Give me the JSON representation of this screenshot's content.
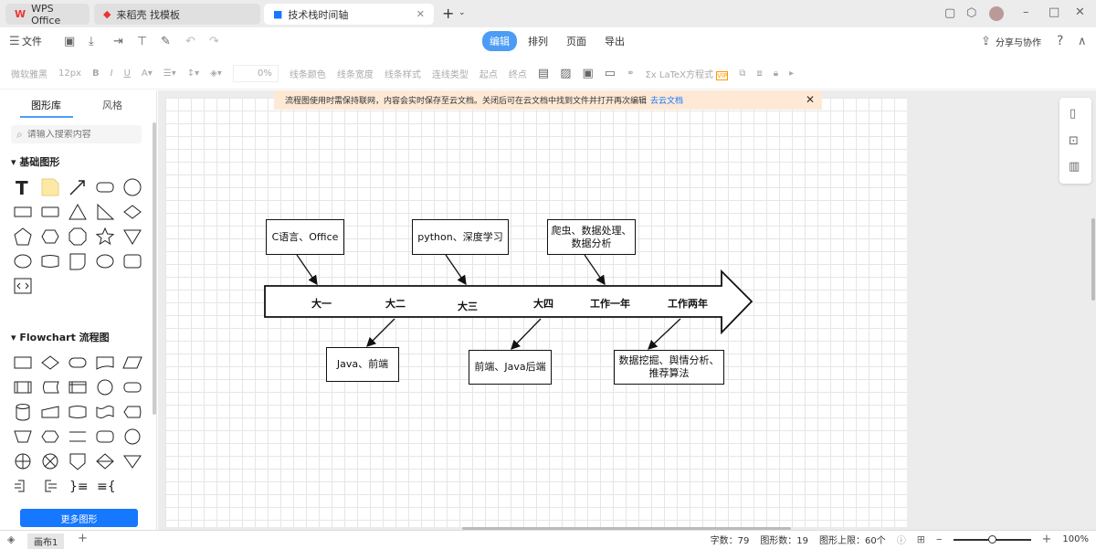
{
  "tabs": [
    {
      "label": "WPS Office"
    },
    {
      "label": "来稻壳 找模板"
    },
    {
      "label": "技术栈时间轴"
    }
  ],
  "toolbar": {
    "file": "文件",
    "modes": [
      "编辑",
      "排列",
      "页面",
      "导出"
    ],
    "share": "分享与协作",
    "help": "?"
  },
  "format_bar": {
    "font": "微软雅黑",
    "size": "12px",
    "opacity": "0%",
    "line_color": "线条颜色",
    "line_width": "线条宽度",
    "line_style": "线条样式",
    "connector": "连线类型",
    "start": "起点",
    "end": "终点",
    "latex": "LaTeX方程式",
    "vip": "VIP"
  },
  "sidebar": {
    "tabs": [
      "图形库",
      "风格"
    ],
    "search_placeholder": "请输入搜索内容",
    "section1": "基础图形",
    "section2": "Flowchart 流程图",
    "more": "更多图形"
  },
  "notice": {
    "text": "流程图使用时需保持联网，内容会实时保存至云文档。关闭后可在云文档中找到文件并打开再次编辑",
    "link": "去云文档"
  },
  "diagram": {
    "stages": [
      "大一",
      "大二",
      "大三",
      "大四",
      "工作一年",
      "工作两年"
    ],
    "top_boxes": [
      "C语言、Office",
      "python、深度学习",
      "爬虫、数据处理、\n数据分析"
    ],
    "bottom_boxes": [
      "Java、前端",
      "前端、Java后端",
      "数据挖掘、舆情分析、\n推荐算法"
    ]
  },
  "status": {
    "page": "画布1",
    "words": "字数：79",
    "shapes": "图形数：19",
    "limit": "图形上限：60个",
    "zoom": "100%",
    "zoom_fraction": 0.5
  },
  "colors": {
    "accent": "#4c9cf5",
    "notice_bg": "#fde9d6",
    "more_button": "#1677ff"
  }
}
